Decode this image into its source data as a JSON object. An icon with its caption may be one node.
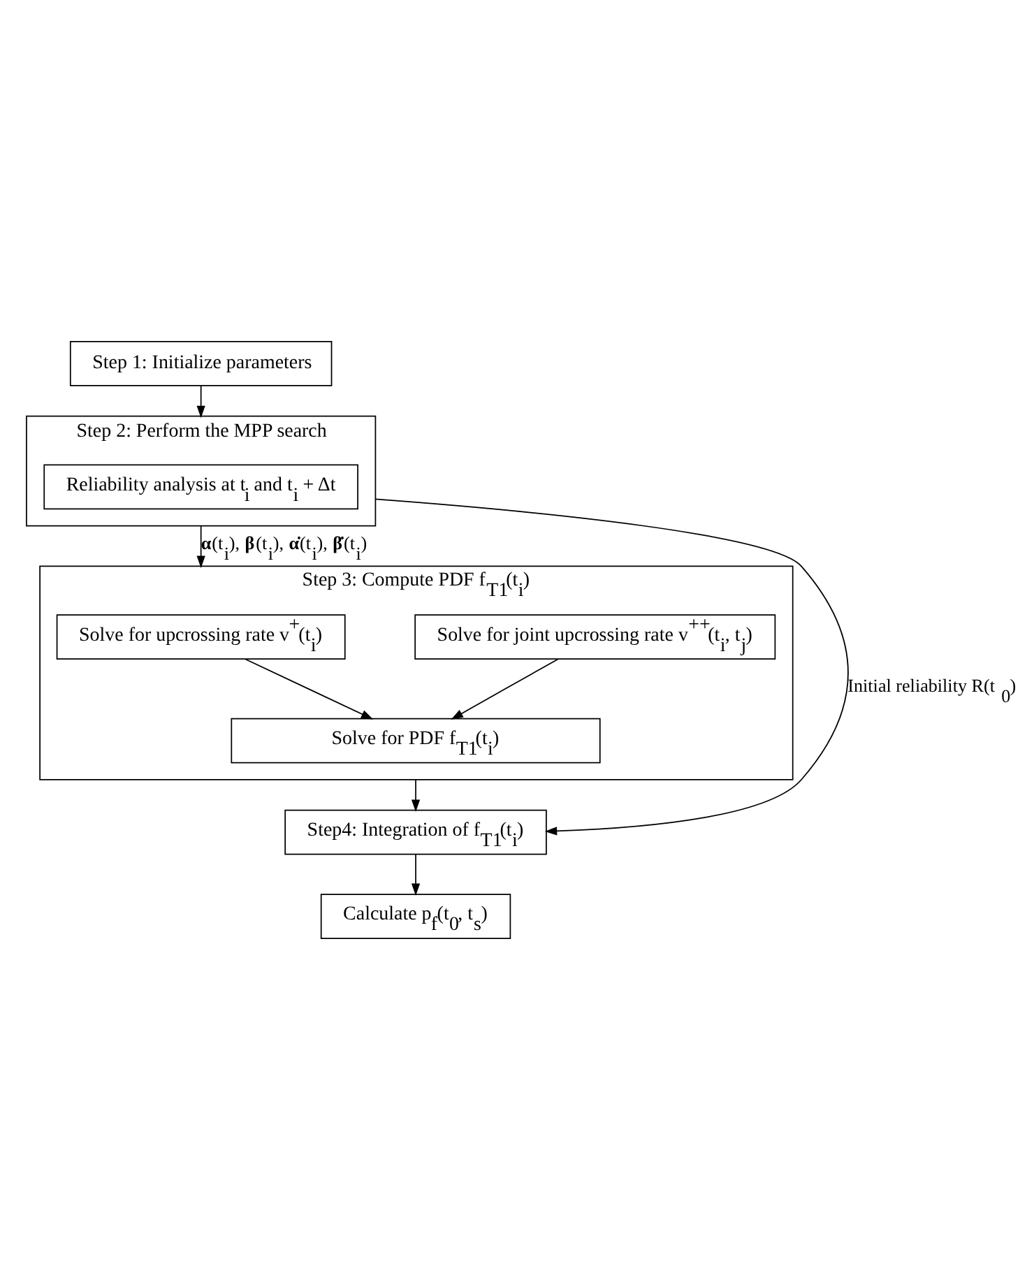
{
  "diagram": {
    "nodes": [
      {
        "text": [
          "Step 1: Initialize parameters"
        ]
      },
      {
        "text": [
          "Step 2: Perform the MPP search"
        ]
      },
      {
        "text": [
          "Reliability analysis at t$_{i}$ and t$_{i}$ + Δt"
        ],
        "in": 1
      },
      {
        "text": [
          "Step 3: Compute PDF f$_{T1}$(t$_{i}$)"
        ]
      },
      {
        "text": [
          "Solve for upcrossing rate v$^{+}$(t$_{i}$)"
        ],
        "in": 3
      },
      {
        "text": [
          "Solve for joint upcrossing rate v$^{++}$(t$_{i}$, t$_{j}$)"
        ],
        "in": 3
      },
      {
        "text": [
          "Solve for PDF f$_{T1}$(t$_{i}$)"
        ],
        "in": 3
      },
      {
        "text": [
          "Step4: Integration of f$_{T1}$(t$_{i}$)"
        ]
      },
      {
        "text": [
          "Calculate p$_{f}$(t$_{0}$, t$_{s}$)"
        ]
      }
    ],
    "edges": [
      {
        "from": 0,
        "to": 1,
        "arrow": "to"
      },
      {
        "from": 1,
        "to": 3,
        "arrow": "to",
        "label": "**α**(t$_{i}$), **β**(t$_{i}$), **α̇**(t$_{i}$), **β̇**(t$_{i}$)"
      },
      {
        "from": 4,
        "to": 6,
        "arrow": "to"
      },
      {
        "from": 5,
        "to": 6,
        "arrow": "to"
      },
      {
        "from": 3,
        "to": 7,
        "arrow": "to"
      },
      {
        "from": 1,
        "to": 7,
        "arrow": "to",
        "label": "Initial reliability R(t$_{0}$)"
      },
      {
        "from": 7,
        "to": 8,
        "arrow": "to"
      }
    ]
  }
}
